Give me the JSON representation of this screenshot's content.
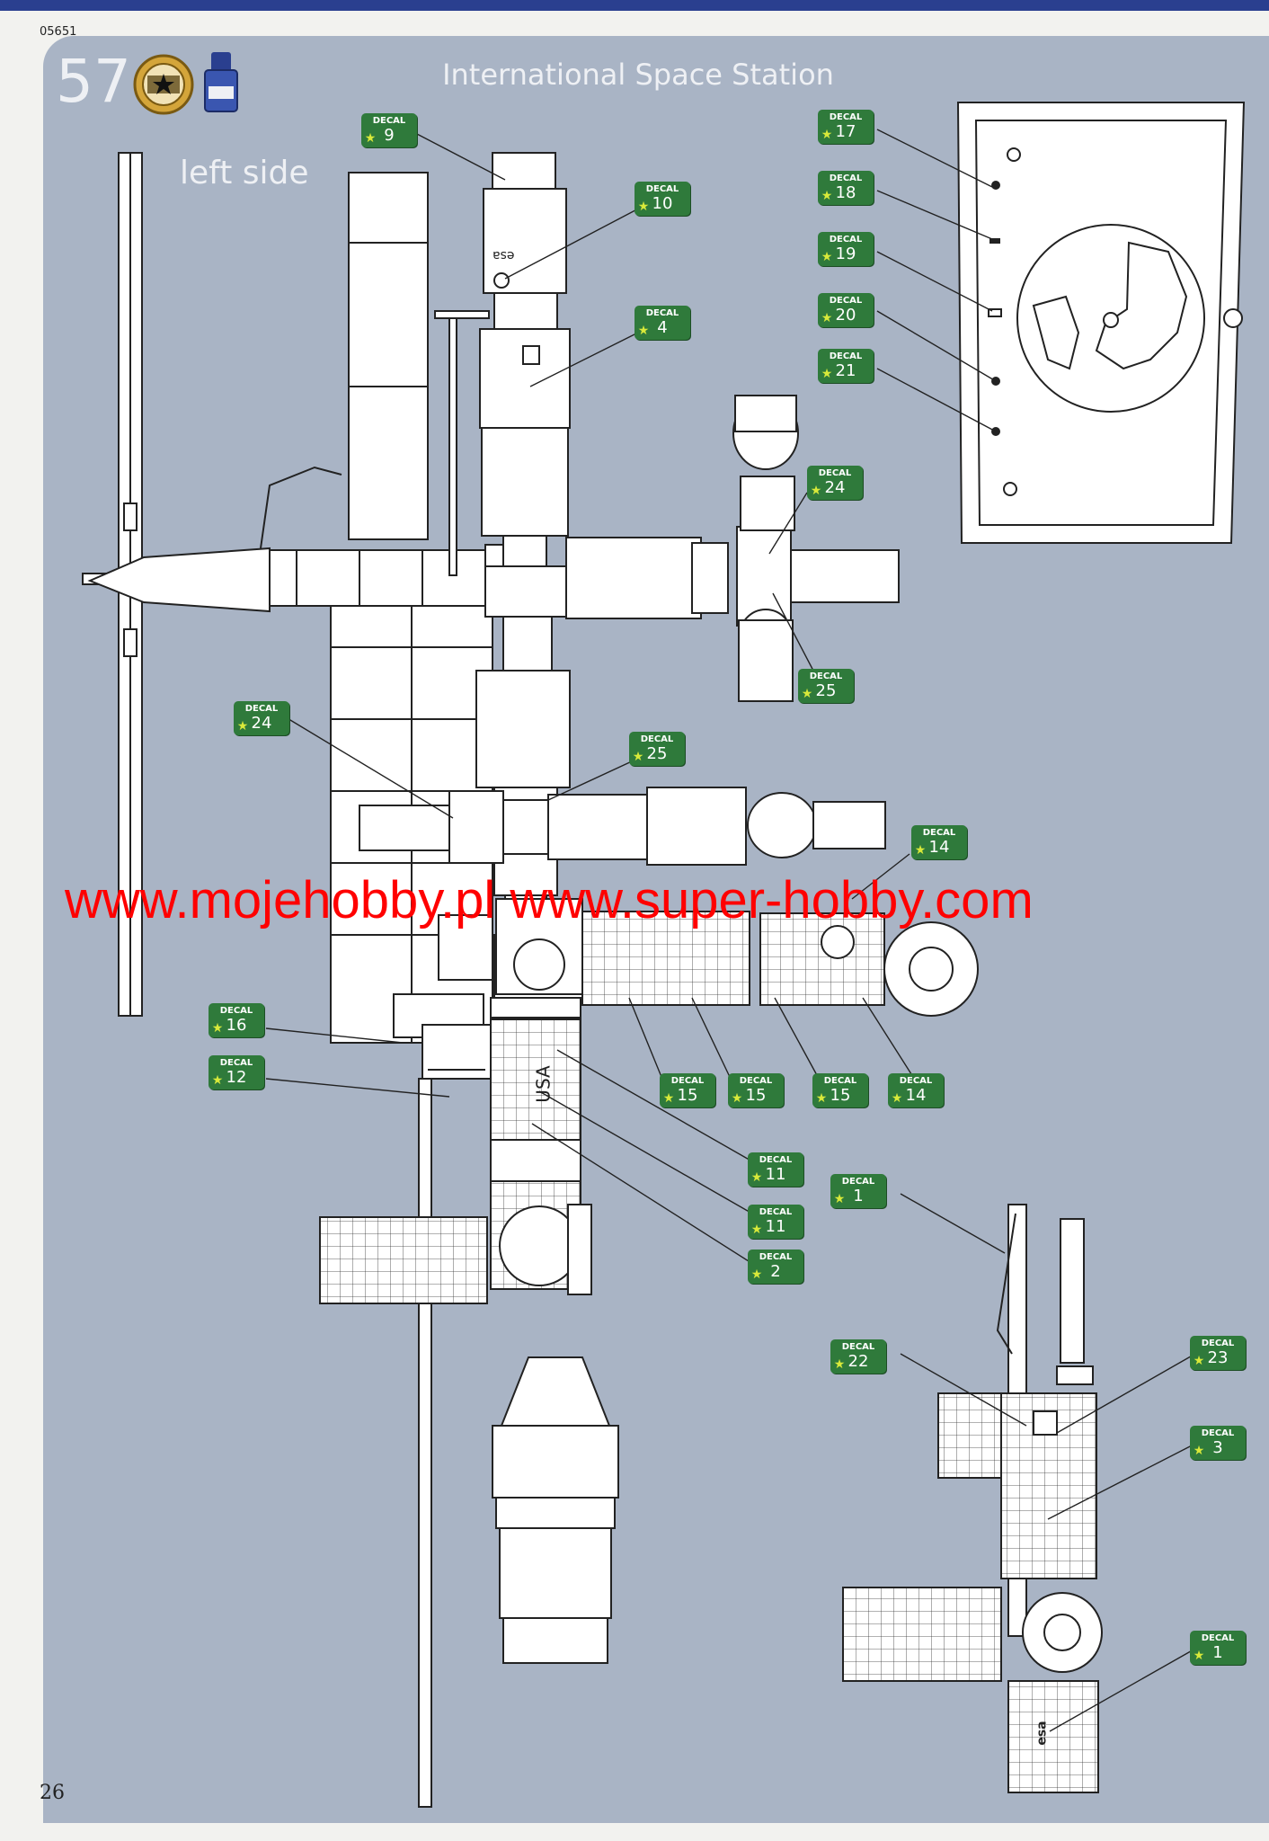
{
  "header": {
    "doc_code": "05651",
    "step": "57",
    "title": "International Space Station",
    "view_label": "left side",
    "page_number": "26"
  },
  "icons": [
    "medal-star-icon",
    "paint-bottle-icon"
  ],
  "colors": {
    "panel": "#a9b4c5",
    "decal_tag": "#2f7a3b",
    "watermark": "#ff0000"
  },
  "watermark": "www.mojehobby.pl www.super-hobby.com",
  "decal_word": "DECAL",
  "decals": [
    {
      "n": "9"
    },
    {
      "n": "10"
    },
    {
      "n": "4"
    },
    {
      "n": "17"
    },
    {
      "n": "18"
    },
    {
      "n": "19"
    },
    {
      "n": "20"
    },
    {
      "n": "21"
    },
    {
      "n": "24"
    },
    {
      "n": "25"
    },
    {
      "n": "24"
    },
    {
      "n": "25"
    },
    {
      "n": "14"
    },
    {
      "n": "16"
    },
    {
      "n": "12"
    },
    {
      "n": "15"
    },
    {
      "n": "15"
    },
    {
      "n": "15"
    },
    {
      "n": "14"
    },
    {
      "n": "11"
    },
    {
      "n": "11"
    },
    {
      "n": "2"
    },
    {
      "n": "1"
    },
    {
      "n": "22"
    },
    {
      "n": "23"
    },
    {
      "n": "3"
    },
    {
      "n": "1"
    }
  ],
  "module_labels": {
    "esa_top": "esa",
    "usa": "USA",
    "esa_bottom": "esa"
  }
}
